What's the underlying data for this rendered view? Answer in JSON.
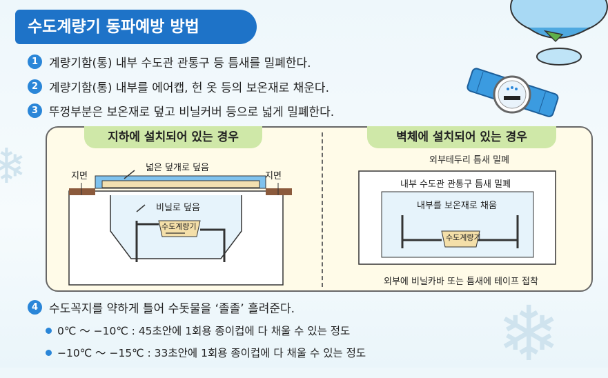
{
  "title": "수도계량기 동파예방 방법",
  "steps": [
    {
      "num": "1",
      "text": "계량기함(통) 내부 수도관 관통구 등 틈새를 밀폐한다."
    },
    {
      "num": "2",
      "text": "계량기함(통) 내부를 에어캡, 헌 옷 등의 보온재로 채운다."
    },
    {
      "num": "3",
      "text": "뚜껑부분은 보온재로 덮고 비닐커버 등으로 넓게 밀폐한다."
    },
    {
      "num": "4",
      "text": "수도꼭지를 약하게 틀어 수돗물을 ‘졸졸’ 흘려준다."
    }
  ],
  "underground": {
    "heading": "지하에 설치되어 있는 경우",
    "cover_label": "넓은 덮개로 덮음",
    "ground_left": "지면",
    "ground_right": "지면",
    "vinyl_label": "비닐로 덮음",
    "meter_label": "수도계량기"
  },
  "wall": {
    "heading": "벽체에 설치되어 있는 경우",
    "outer_gap": "외부테두리 틈새 밀폐",
    "inner_gap": "내부 수도관 관통구 틈새 밀폐",
    "fill": "내부를 보온재로 채움",
    "meter_label": "수도계량기",
    "tape": "외부에 비닐카바 또는 틈새에 테이프 접착"
  },
  "bullets": [
    "0℃ ～ −10℃ : 45초안에 1회용 종이컵에 다 채울 수 있는 정도",
    "−10℃ ～ −15℃ : 33초안에 1회용 종이컵에 다 채울 수 있는 정도"
  ]
}
